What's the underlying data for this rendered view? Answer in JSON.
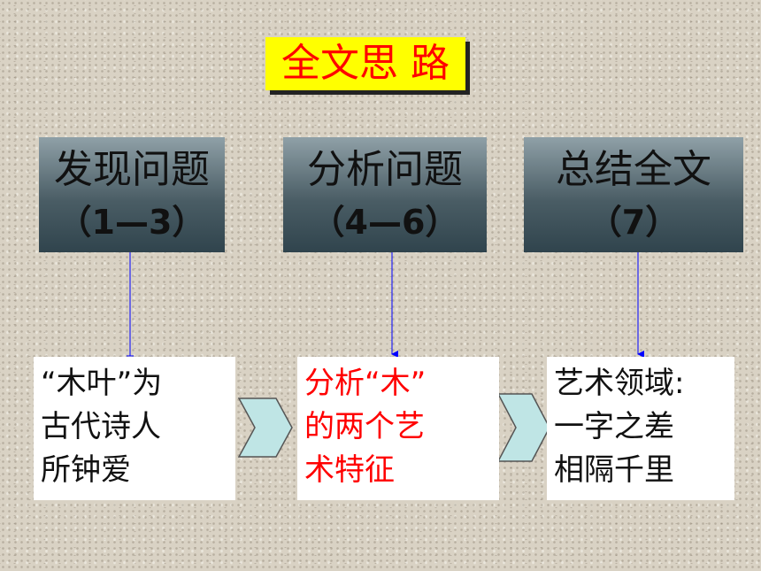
{
  "title": "全文思 路",
  "phases": [
    {
      "name": "发现问题",
      "range": "（1—3）"
    },
    {
      "name": "分析问题",
      "range": "（4—6）"
    },
    {
      "name": "总结全文",
      "range": "（7）"
    }
  ],
  "details": [
    {
      "text": "“木叶”为\n古代诗人\n所钟爱",
      "color": "#111111"
    },
    {
      "text": "分析“木”\n的两个艺\n术特征",
      "color": "#ff0000"
    },
    {
      "text": "艺术领域:\n一字之差\n相隔千里",
      "color": "#111111"
    }
  ],
  "colors": {
    "title_bg": "#ffff00",
    "title_text": "#ff0000",
    "connector": "#0000ff",
    "chevron_fill": "#bfe5e5"
  }
}
